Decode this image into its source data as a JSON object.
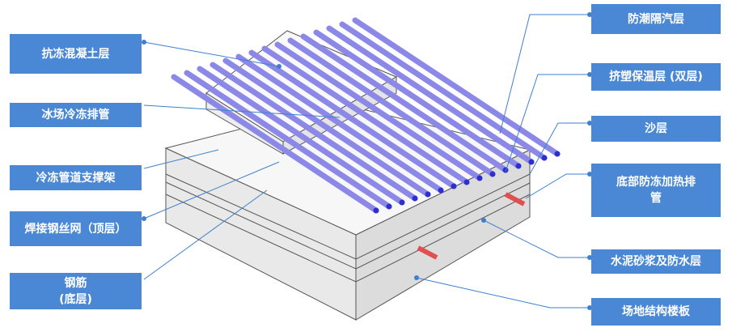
{
  "left_labels": [
    {
      "label": "抗冻混凝土层"
    },
    {
      "label": "冰场冷冻排管"
    },
    {
      "label": "冷冻管道支撑架"
    },
    {
      "label": "焊接钢丝网（顶层）"
    },
    {
      "label": "钢筋\n(底层)"
    }
  ],
  "right_labels": [
    {
      "label": "防潮隔汽层"
    },
    {
      "label": "挤塑保温层 (双层)"
    },
    {
      "label": "沙层"
    },
    {
      "label": "底部防冻加热排管"
    },
    {
      "label": "水泥砂浆及防水层"
    },
    {
      "label": "场地结构楼板"
    }
  ],
  "colors": {
    "label_bg": "#4a88d6",
    "leader": "#3f7fd0",
    "pipe": "#8c88e8",
    "pipe_end": "#2f2fd0",
    "heating_pipe": "#e05050"
  }
}
